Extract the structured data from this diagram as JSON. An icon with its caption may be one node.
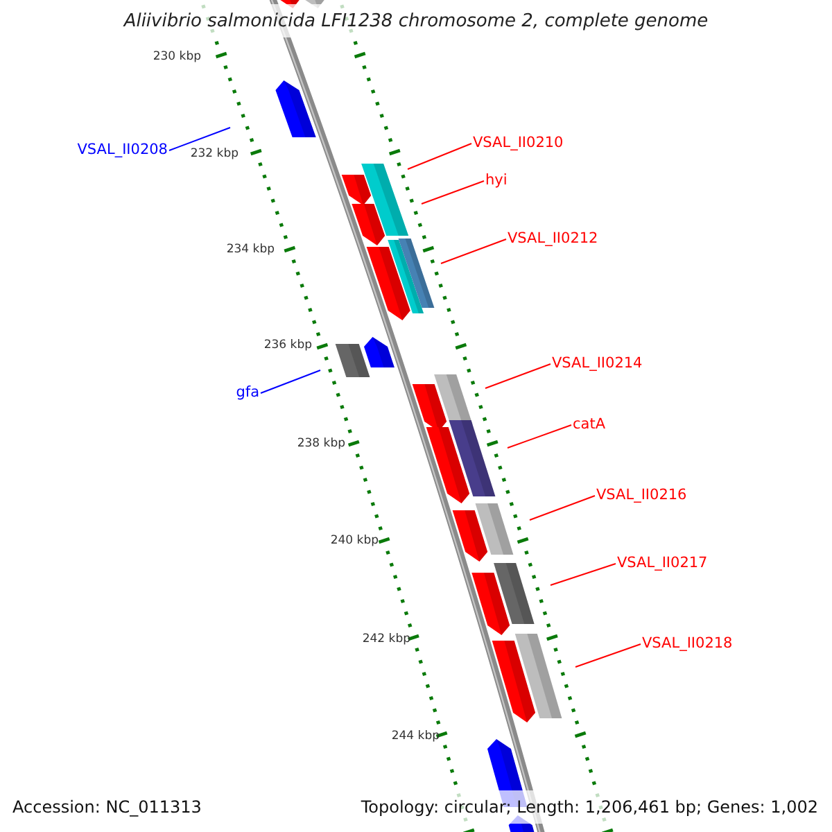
{
  "diagram": {
    "title": "Aliivibrio salmonicida LFI1238 chromosome 2, complete genome",
    "nodes": [
      {
        "text": [
          "VSAL_II0210"
        ]
      },
      {
        "text": [
          "VSAL_II0208"
        ]
      },
      {
        "text": [
          "hyi"
        ]
      },
      {
        "text": [
          "VSAL_II0212"
        ]
      },
      {
        "text": [
          "VSAL_II0214"
        ]
      },
      {
        "text": [
          "gfa"
        ]
      },
      {
        "text": [
          "catA"
        ]
      },
      {
        "text": [
          "VSAL_II0216"
        ]
      },
      {
        "text": [
          "VSAL_II0217"
        ]
      },
      {
        "text": [
          "VSAL_II0218"
        ]
      }
    ],
    "edges": [
      {
        "from": 0,
        "to": null,
        "arrow": "none"
      },
      {
        "from": 1,
        "to": null,
        "arrow": "none",
        "color": "#0000ff"
      },
      {
        "from": 2,
        "to": null,
        "arrow": "none"
      },
      {
        "from": 3,
        "to": null,
        "arrow": "none"
      },
      {
        "from": 4,
        "to": null,
        "arrow": "none"
      },
      {
        "from": 5,
        "to": null,
        "arrow": "none",
        "color": "#0000ff"
      },
      {
        "from": 6,
        "to": null,
        "arrow": "none"
      },
      {
        "from": 7,
        "to": null,
        "arrow": "none"
      },
      {
        "from": 8,
        "to": null,
        "arrow": "none"
      },
      {
        "from": 9,
        "to": null,
        "arrow": "none"
      }
    ],
    "labels": [
      "230 kbp",
      "232 kbp",
      "234 kbp",
      "236 kbp",
      "238 kbp",
      "240 kbp",
      "242 kbp",
      "244 kbp",
      "Accession: NC_011313",
      "Topology: circular; Length: 1,206,461 bp; Genes: 1,002"
    ]
  }
}
